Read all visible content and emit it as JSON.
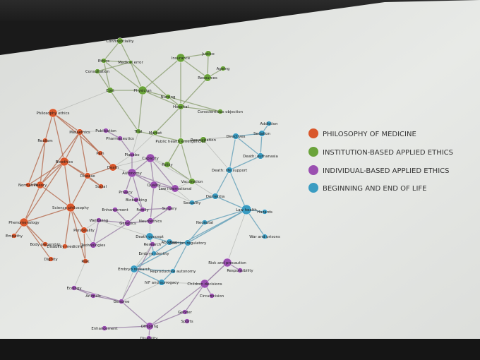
{
  "legend": [
    {
      "label": "PHILOSOPHY OF MEDICINE",
      "color": "#d9572b"
    },
    {
      "label": "INSTITUTION-BASED APPLIED ETHICS",
      "color": "#6aa33a"
    },
    {
      "label": "INDIVIDUAL-BASED APPLIED ETHICS",
      "color": "#9a4fb0"
    },
    {
      "label": "BEGINNING AND END OF LIFE",
      "color": "#3a9cc2"
    }
  ],
  "nodes": [
    {
      "id": "confidentiality",
      "label": "Confidentiality",
      "g": 1,
      "s": 4
    },
    {
      "id": "ethics",
      "label": "Ethics",
      "g": 1,
      "s": 3
    },
    {
      "id": "medical_error",
      "label": "Medical error",
      "g": 1,
      "s": 2
    },
    {
      "id": "consultation",
      "label": "Consultation",
      "g": 1,
      "s": 3
    },
    {
      "id": "insurance",
      "label": "Insurance",
      "g": 1,
      "s": 6
    },
    {
      "id": "justice",
      "label": "Justice",
      "g": 1,
      "s": 4
    },
    {
      "id": "ageing",
      "label": "Ageing",
      "g": 1,
      "s": 3
    },
    {
      "id": "resources",
      "label": "Resources",
      "g": 1,
      "s": 5
    },
    {
      "id": "cost",
      "label": "Cost",
      "g": 1,
      "s": 4
    },
    {
      "id": "physician",
      "label": "Physician",
      "g": 1,
      "s": 6
    },
    {
      "id": "nursing",
      "label": "Nursing",
      "g": 1,
      "s": 3
    },
    {
      "id": "hospital",
      "label": "Hospital",
      "g": 1,
      "s": 4
    },
    {
      "id": "conscientious",
      "label": "Conscientious objection",
      "g": 1,
      "s": 3
    },
    {
      "id": "trial",
      "label": "Trial",
      "g": 1,
      "s": 3
    },
    {
      "id": "market",
      "label": "Market",
      "g": 1,
      "s": 3
    },
    {
      "id": "public_health",
      "label": "Public health emergencies",
      "g": 1,
      "s": 4
    },
    {
      "id": "resuscitation",
      "label": "Resuscitation",
      "g": 1,
      "s": 4
    },
    {
      "id": "policy",
      "label": "Policy",
      "g": 1,
      "s": 4
    },
    {
      "id": "vaccination",
      "label": "Vaccination",
      "g": 1,
      "s": 4
    },
    {
      "id": "philosophy",
      "label": "Philosophy ethics",
      "g": 0,
      "s": 6
    },
    {
      "id": "realism",
      "label": "Realism",
      "g": 0,
      "s": 3
    },
    {
      "id": "metaethics",
      "label": "Metaethics",
      "g": 0,
      "s": 4
    },
    {
      "id": "bioethics",
      "label": "Bioethics",
      "g": 0,
      "s": 6
    },
    {
      "id": "disease",
      "label": "Disease",
      "g": 0,
      "s": 4
    },
    {
      "id": "pain",
      "label": "Pain",
      "g": 0,
      "s": 3
    },
    {
      "id": "social",
      "label": "Social",
      "g": 0,
      "s": 3
    },
    {
      "id": "normative",
      "label": "Normative",
      "g": 0,
      "s": 3
    },
    {
      "id": "theory",
      "label": "Theory",
      "g": 0,
      "s": 5
    },
    {
      "id": "science",
      "label": "Science philosophy",
      "g": 0,
      "s": 6
    },
    {
      "id": "phenomenology",
      "label": "Phenomenology",
      "g": 0,
      "s": 6
    },
    {
      "id": "empathy",
      "label": "Empathy",
      "g": 0,
      "s": 3
    },
    {
      "id": "personality",
      "label": "Personality",
      "g": 0,
      "s": 4
    },
    {
      "id": "body_ownership",
      "label": "Body ownership",
      "g": 0,
      "s": 3
    },
    {
      "id": "disability_medicine",
      "label": "Disability medicine",
      "g": 0,
      "s": 3
    },
    {
      "id": "dignity",
      "label": "Dignity",
      "g": 0,
      "s": 3
    },
    {
      "id": "risk",
      "label": "Risk",
      "g": 0,
      "s": 3
    },
    {
      "id": "death",
      "label": "Death",
      "g": 0,
      "s": 5
    },
    {
      "id": "publication",
      "label": "Publication",
      "g": 2,
      "s": 3
    },
    {
      "id": "pharmaceutics",
      "label": "Pharmaceutics",
      "g": 2,
      "s": 3
    },
    {
      "id": "placebo",
      "label": "Placebo",
      "g": 2,
      "s": 3
    },
    {
      "id": "autonomy",
      "label": "Autonomy",
      "g": 2,
      "s": 6
    },
    {
      "id": "capacity",
      "label": "Capacity",
      "g": 2,
      "s": 6
    },
    {
      "id": "law_intl",
      "label": "Law international",
      "g": 2,
      "s": 5
    },
    {
      "id": "privacy",
      "label": "Privacy",
      "g": 2,
      "s": 3
    },
    {
      "id": "biobanking",
      "label": "Biobanking",
      "g": 2,
      "s": 3
    },
    {
      "id": "family",
      "label": "Family",
      "g": 2,
      "s": 3
    },
    {
      "id": "surgery",
      "label": "Surgery",
      "g": 2,
      "s": 3
    },
    {
      "id": "technologies",
      "label": "Technologies",
      "g": 2,
      "s": 4
    },
    {
      "id": "genetics",
      "label": "Genetics",
      "g": 2,
      "s": 4
    },
    {
      "id": "enhancement_gen",
      "label": "Enhancement",
      "g": 2,
      "s": 3
    },
    {
      "id": "wellbeing",
      "label": "Wellbeing",
      "g": 2,
      "s": 3
    },
    {
      "id": "quality",
      "label": "Quality",
      "g": 2,
      "s": 5
    },
    {
      "id": "neuroethics",
      "label": "Neuroethics",
      "g": 2,
      "s": 4
    },
    {
      "id": "research_ethics",
      "label": "Research",
      "g": 2,
      "s": 3
    },
    {
      "id": "risk_precaution",
      "label": "Risk and precaution",
      "g": 2,
      "s": 6
    },
    {
      "id": "responsibility",
      "label": "Responsibility",
      "g": 2,
      "s": 3
    },
    {
      "id": "children",
      "label": "Children decisions",
      "g": 2,
      "s": 6
    },
    {
      "id": "circumcision",
      "label": "Circumcision",
      "g": 2,
      "s": 3
    },
    {
      "id": "gender",
      "label": "Gender",
      "g": 2,
      "s": 3
    },
    {
      "id": "sports",
      "label": "Sports",
      "g": 2,
      "s": 3
    },
    {
      "id": "offspring",
      "label": "Offspring",
      "g": 2,
      "s": 5
    },
    {
      "id": "disability",
      "label": "Disability",
      "g": 2,
      "s": 3
    },
    {
      "id": "enhancement",
      "label": "Enhancement",
      "g": 2,
      "s": 3
    },
    {
      "id": "genome",
      "label": "Genome",
      "g": 2,
      "s": 3
    },
    {
      "id": "animals",
      "label": "Animals",
      "g": 2,
      "s": 3
    },
    {
      "id": "ecology",
      "label": "Ecology",
      "g": 2,
      "s": 3
    },
    {
      "id": "addiction",
      "label": "Addiction",
      "g": 3,
      "s": 3
    },
    {
      "id": "sedation",
      "label": "Sedation",
      "g": 3,
      "s": 4
    },
    {
      "id": "directives",
      "label": "Directives",
      "g": 3,
      "s": 4
    },
    {
      "id": "death_euthanasia",
      "label": "Death: euthanasia",
      "g": 3,
      "s": 4
    },
    {
      "id": "death_support",
      "label": "Death: life support",
      "g": 3,
      "s": 4
    },
    {
      "id": "dementia",
      "label": "Dementia",
      "g": 3,
      "s": 4
    },
    {
      "id": "sexuality",
      "label": "Sexuality",
      "g": 3,
      "s": 3
    },
    {
      "id": "law_health",
      "label": "Law health",
      "g": 3,
      "s": 7
    },
    {
      "id": "hazards",
      "label": "Hazards",
      "g": 3,
      "s": 3
    },
    {
      "id": "war_prisons",
      "label": "War and prisons",
      "g": 3,
      "s": 3
    },
    {
      "id": "neonatal",
      "label": "Neonatal",
      "g": 3,
      "s": 3
    },
    {
      "id": "death_concept",
      "label": "Death concept",
      "g": 3,
      "s": 5
    },
    {
      "id": "abortion",
      "label": "Abortion",
      "g": 3,
      "s": 4
    },
    {
      "id": "regulatory",
      "label": "Abortion regulatory",
      "g": 3,
      "s": 4
    },
    {
      "id": "embryo_identity",
      "label": "Embryo identity",
      "g": 3,
      "s": 3
    },
    {
      "id": "embryo_research",
      "label": "Embryo research",
      "g": 3,
      "s": 5
    },
    {
      "id": "reproductive",
      "label": "Reproductive autonomy",
      "g": 3,
      "s": 3
    },
    {
      "id": "ivf",
      "label": "IVF and surrogacy",
      "g": 3,
      "s": 4
    }
  ]
}
